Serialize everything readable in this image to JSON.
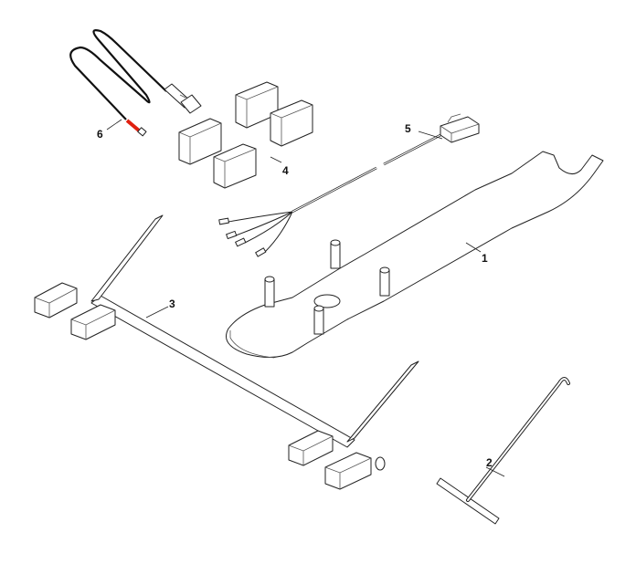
{
  "diagram": {
    "type": "exploded parts illustration",
    "callouts": [
      {
        "id": "1",
        "label": "1"
      },
      {
        "id": "2",
        "label": "2"
      },
      {
        "id": "3",
        "label": "3"
      },
      {
        "id": "4",
        "label": "4"
      },
      {
        "id": "5",
        "label": "5"
      },
      {
        "id": "6",
        "label": "6"
      }
    ],
    "colors": {
      "line": "#222222",
      "cable": "#111111",
      "highlight": "#e02010"
    }
  }
}
